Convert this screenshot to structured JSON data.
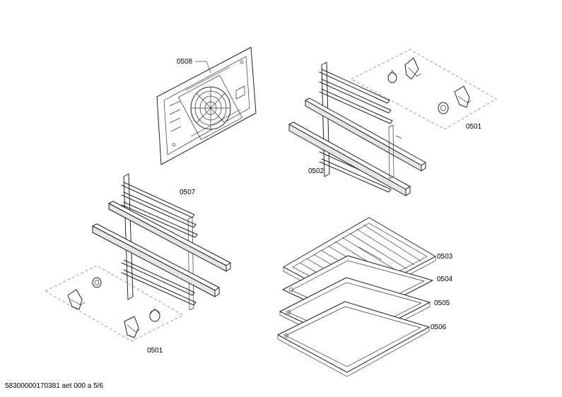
{
  "parts": {
    "p0508": "0508",
    "p0501_top": "0501",
    "p0502": "0502",
    "p0507": "0507",
    "p0501_bottom": "0501",
    "p0503": "0503",
    "p0504": "0504",
    "p0505": "0505",
    "p0506": "0506"
  },
  "footer": {
    "doc_id": "58300000170381 aet 000 a 5/6"
  }
}
